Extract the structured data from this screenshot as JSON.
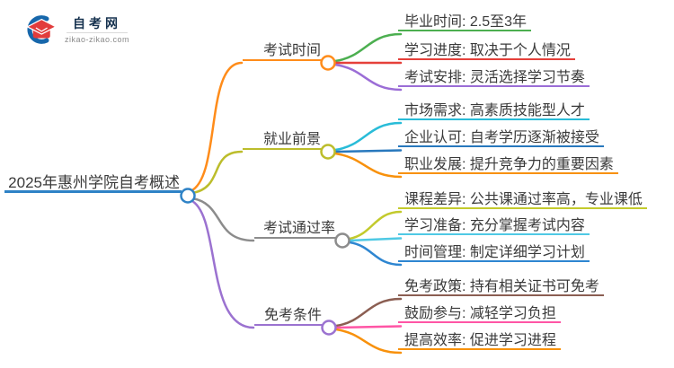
{
  "logo": {
    "title": "自考网",
    "domain": "zikao-zikao.com"
  },
  "root": {
    "label": "2025年惠州学院自考概述",
    "color": "#2e82c6"
  },
  "branches": [
    {
      "label": "考试时间",
      "color": "#ff8c1a",
      "children": [
        {
          "label": "毕业时间: 2.5至3年",
          "color": "#4caf50"
        },
        {
          "label": "学习进度: 取决于个人情况",
          "color": "#e5403a"
        },
        {
          "label": "考试安排: 灵活选择学习节奏",
          "color": "#9b6dd6"
        }
      ]
    },
    {
      "label": "就业前景",
      "color": "#bcbd2b",
      "children": [
        {
          "label": "市场需求: 高素质技能型人才",
          "color": "#29bcd8"
        },
        {
          "label": "企业认可: 自考学历逐渐被接受",
          "color": "#2878bd"
        },
        {
          "label": "职业发展: 提升竞争力的重要因素",
          "color": "#f8910c"
        }
      ]
    },
    {
      "label": "考试通过率",
      "color": "#8c8c8c",
      "children": [
        {
          "label": "课程差异: 公共课通过率高，专业课低",
          "color": "#c3ca2c"
        },
        {
          "label": "学习准备: 充分掌握考试内容",
          "color": "#4fc9e4"
        },
        {
          "label": "时间管理: 制定详细学习计划",
          "color": "#2e86d1"
        }
      ]
    },
    {
      "label": "免考条件",
      "color": "#9b72d0",
      "children": [
        {
          "label": "免考政策: 持有相关证书可免考",
          "color": "#8b5e52"
        },
        {
          "label": "鼓励参与: 减轻学习负担",
          "color": "#ff55a5"
        },
        {
          "label": "提高效率: 促进学习进程",
          "color": "#f8910c"
        }
      ]
    }
  ]
}
